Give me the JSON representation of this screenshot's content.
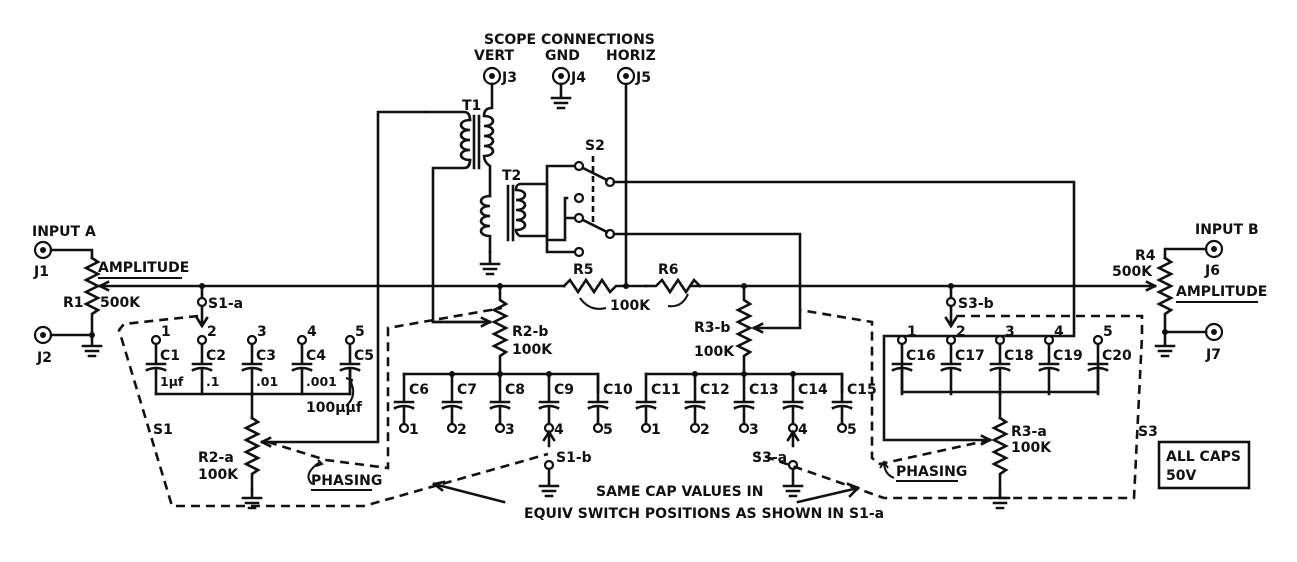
{
  "scope": {
    "title": "SCOPE CONNECTIONS",
    "jacks": [
      {
        "label": "VERT",
        "ref": "J3"
      },
      {
        "label": "GND",
        "ref": "J4"
      },
      {
        "label": "HORIZ",
        "ref": "J5"
      }
    ]
  },
  "transformers": {
    "t1": "T1",
    "t2": "T2"
  },
  "switch_s2": "S2",
  "input_a": {
    "label": "INPUT A",
    "j1": "J1",
    "j2": "J2",
    "pot": "R1",
    "value": "500K",
    "control": "AMPLITUDE"
  },
  "input_b": {
    "label": "INPUT B",
    "j6": "J6",
    "j7": "J7",
    "pot": "R4",
    "value": "500K",
    "control": "AMPLITUDE"
  },
  "mix": {
    "r5": "R5",
    "r6": "R6",
    "value": "100K"
  },
  "left_bank": {
    "switch": "S1-a",
    "positions": [
      "1",
      "2",
      "3",
      "4",
      "5"
    ],
    "caps": [
      "C1",
      "C2",
      "C3",
      "C4",
      "C5"
    ],
    "values": [
      "1μf",
      ".1",
      ".01",
      ".001",
      "100μμf"
    ],
    "pot": "R2-a",
    "pot_value": "100K",
    "control": "PHASING",
    "gang": "S1"
  },
  "center_left_bank": {
    "pot": "R2-b",
    "pot_value": "100K",
    "caps": [
      "C6",
      "C7",
      "C8",
      "C9",
      "C10"
    ],
    "positions": [
      "1",
      "2",
      "3",
      "4",
      "5"
    ],
    "switch": "S1-b"
  },
  "center_right_bank": {
    "pot": "R3-b",
    "pot_value": "100K",
    "caps": [
      "C11",
      "C12",
      "C13",
      "C14",
      "C15"
    ],
    "positions": [
      "1",
      "2",
      "3",
      "4",
      "5"
    ],
    "switch": "S3-a"
  },
  "right_bank": {
    "switch": "S3-b",
    "positions": [
      "1",
      "2",
      "3",
      "4",
      "5"
    ],
    "caps": [
      "C16",
      "C17",
      "C18",
      "C19",
      "C20"
    ],
    "pot": "R3-a",
    "pot_value": "100K",
    "control": "PHASING",
    "gang": "S3"
  },
  "note": {
    "line1": "SAME CAP VALUES IN",
    "line2": "EQUIV SWITCH POSITIONS AS SHOWN IN S1-a"
  },
  "caps_box": {
    "line1": "ALL CAPS",
    "line2": "50V"
  }
}
